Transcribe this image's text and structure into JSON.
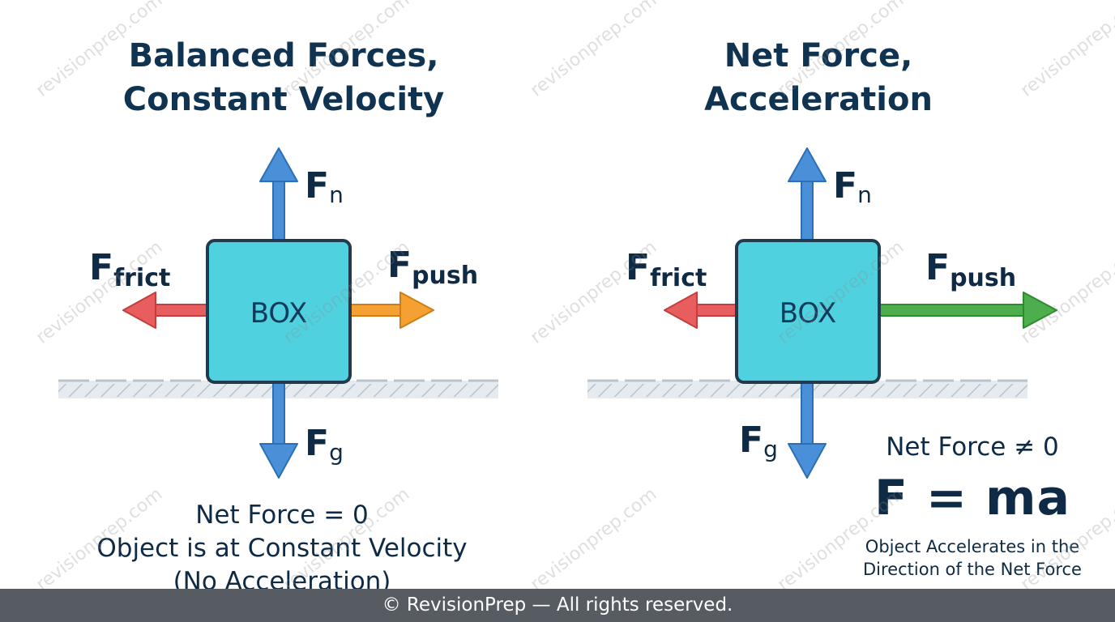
{
  "left_panel": {
    "title_line1": "Balanced Forces,",
    "title_line2": "Constant Velocity",
    "box_label": "BOX",
    "force_normal": {
      "symbol": "F",
      "subscript": "n"
    },
    "force_gravity": {
      "symbol": "F",
      "subscript": "g"
    },
    "force_friction": {
      "symbol": "F",
      "subscript": "frict"
    },
    "force_push": {
      "symbol": "F",
      "subscript": "push"
    },
    "caption_line1": "Net Force = 0",
    "caption_line2": "Object is at Constant Velocity",
    "caption_line3": "(No Acceleration)"
  },
  "right_panel": {
    "title_line1": "Net Force,",
    "title_line2": "Acceleration",
    "box_label": "BOX",
    "force_normal": {
      "symbol": "F",
      "subscript": "n"
    },
    "force_gravity": {
      "symbol": "F",
      "subscript": "g"
    },
    "force_friction": {
      "symbol": "F",
      "subscript": "frict"
    },
    "force_push": {
      "symbol": "F",
      "subscript": "push"
    },
    "net_force_text": "Net Force ≠ 0",
    "equation": "F = ma",
    "note_line1": "Object Accelerates in the",
    "note_line2": "Direction of the Net Force"
  },
  "watermark_text": "revisionprep.com",
  "footer_text": "© RevisionPrep — All rights reserved.",
  "colors": {
    "box_fill": "#4fd1e0",
    "box_stroke": "#1f3b4d",
    "vertical_arrow": "#4a90d9",
    "friction_arrow": "#e85d5d",
    "push_balanced_arrow": "#f5a033",
    "push_net_arrow": "#4cae4c",
    "ground": "#d6dde3",
    "footer_bg": "#575b62"
  }
}
